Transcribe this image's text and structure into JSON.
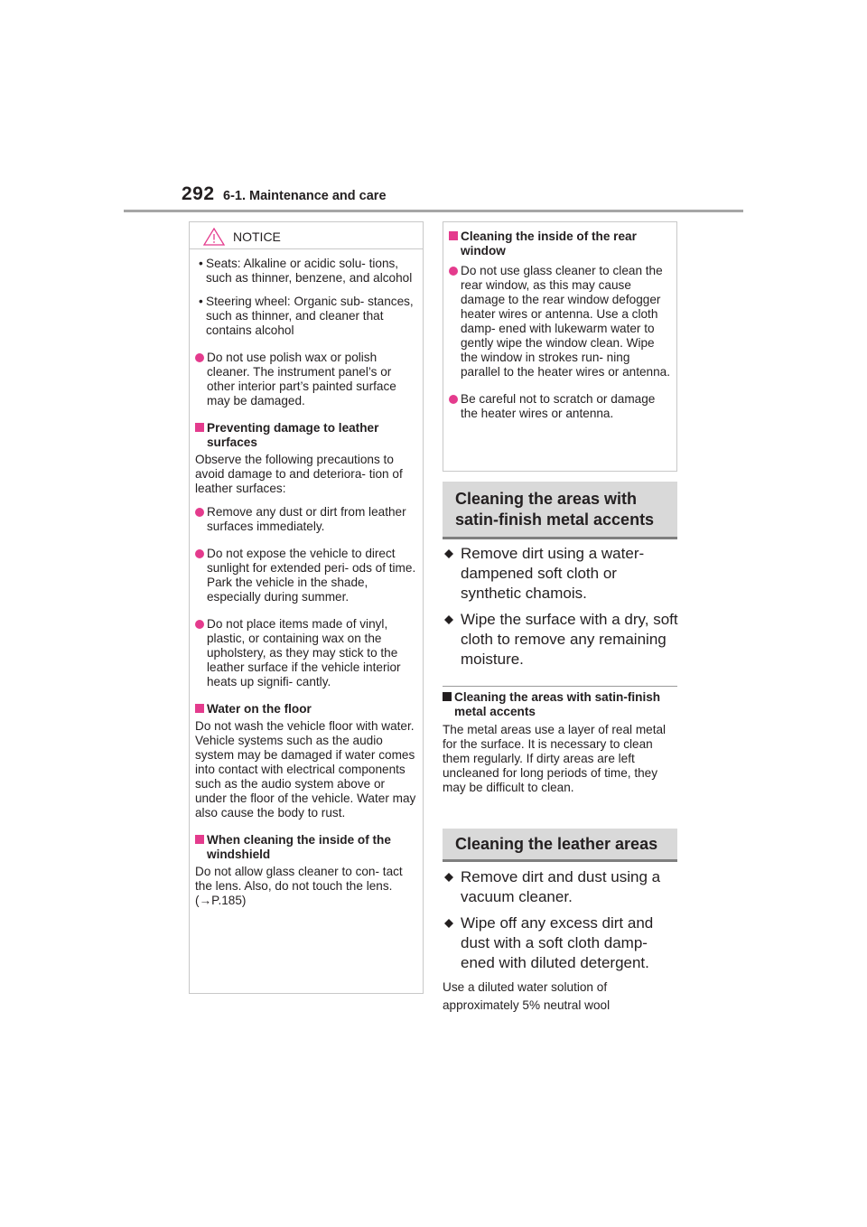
{
  "header": {
    "page_number": "292",
    "section": "6-1. Maintenance and care"
  },
  "notice": {
    "label": "NOTICE",
    "bullets": [
      "Seats: Alkaline or acidic solu- tions, such as thinner, benzene, and alcohol",
      "Steering wheel: Organic sub- stances, such as thinner, and cleaner that contains alcohol"
    ],
    "polish_note": "Do not use polish wax or polish cleaner. The instrument panel’s or other interior part’s painted surface may be damaged.",
    "leather": {
      "title": "Preventing damage to leather surfaces",
      "intro": "Observe the following precautions to avoid damage to and deteriora- tion of leather surfaces:",
      "items": [
        "Remove any dust or dirt from leather surfaces immediately.",
        "Do not expose the vehicle to direct sunlight for extended peri- ods of time. Park the vehicle in the shade, especially during summer.",
        "Do not place items made of vinyl, plastic, or containing wax on the upholstery, as they may stick to the leather surface if the vehicle interior heats up signifi- cantly."
      ]
    },
    "water": {
      "title": "Water on the floor",
      "text_1": "Do not wash the vehicle floor with water.",
      "text_2": "Vehicle systems such as the audio system may be damaged if water comes into contact with electrical components such as the audio system above or under the floor of the vehicle. Water may also cause the body to rust."
    },
    "windshield": {
      "title": "When cleaning the inside of the windshield",
      "text": "Do not allow glass cleaner to con- tact the lens. Also, do not touch the lens. (",
      "ref": "P.185)"
    }
  },
  "rear_window": {
    "title": "Cleaning the inside of the rear window",
    "items": [
      "Do not use glass cleaner to clean the rear window, as this may cause damage to the rear window defogger heater wires or antenna. Use a cloth damp- ened with lukewarm water to gently wipe the window clean. Wipe the window in strokes run- ning parallel to the heater wires or antenna.",
      "Be careful not to scratch or damage the heater wires or antenna."
    ]
  },
  "satin": {
    "heading": "Cleaning the areas with satin-finish metal accents",
    "steps": [
      "Remove dirt using a water-dampened soft cloth or synthetic chamois.",
      "Wipe the surface with a dry, soft cloth to remove any remaining moisture."
    ],
    "sub_title": "Cleaning the areas with satin-finish metal accents",
    "sub_text": "The metal areas use a layer of real metal for the surface. It is necessary to clean them regularly. If dirty areas are left uncleaned for long periods of time, they may be difficult to clean."
  },
  "leather_areas": {
    "heading": "Cleaning the leather areas",
    "steps": [
      "Remove dirt and dust using a vacuum cleaner.",
      "Wipe off any excess dirt and dust with a soft cloth damp- ened with diluted detergent."
    ],
    "tail": "Use a diluted water solution of approximately 5% neutral wool"
  },
  "colors": {
    "accent": "#e43b8d",
    "heading_bg": "#d9d9d9",
    "heading_rule": "#7f7f7f"
  }
}
